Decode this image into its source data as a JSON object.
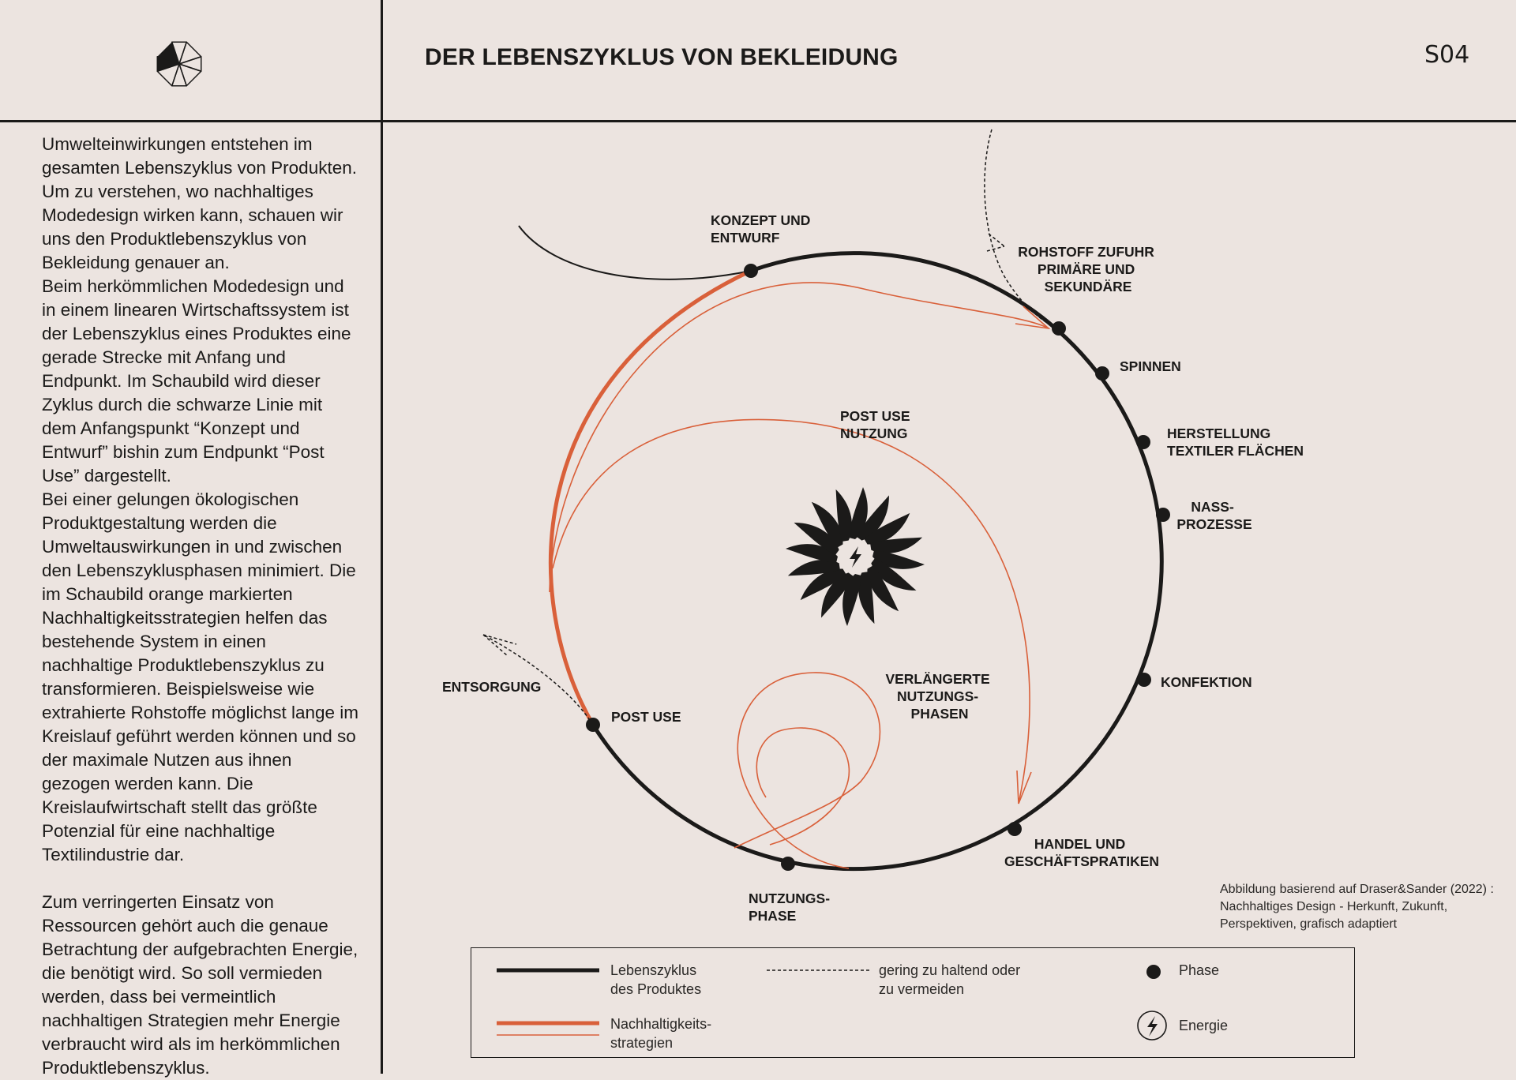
{
  "header": {
    "title": "DER LEBENSZYKLUS VON BEKLEIDUNG",
    "page_number": "S04"
  },
  "sidebar": {
    "paragraphs": [
      "Umwelteinwirkungen entstehen im gesamten Lebenszyklus von Produkten. Um zu verstehen, wo nachhaltiges Modedesign wirken kann, schauen wir uns den Produktlebenszyklus von Bekleidung genauer an.",
      "Beim herkömmlichen Modedesign und in einem linearen Wirtschaftssystem ist der Lebenszyklus eines Produktes eine gerade Strecke mit Anfang und Endpunkt. Im Schaubild wird dieser Zyklus durch die schwarze Linie mit dem Anfangspunkt “Konzept und Entwurf” bishin zum Endpunkt “Post Use” dargestellt.",
      "Bei einer gelungen ökologischen Produktgestaltung werden die Umweltauswirkungen in und zwischen den Lebenszyklusphasen minimiert. Die im Schaubild orange markierten Nachhaltigkeitsstrategien helfen das bestehende System in einen nachhaltige Produktlebenszyklus zu transformieren. Beispielsweise wie extrahierte Rohstoffe möglichst lange im Kreislauf geführt werden können und so der maximale Nutzen aus ihnen gezogen werden kann. Die Kreislaufwirtschaft stellt das größte Potenzial für eine nachhaltige Textilindustrie dar.",
      "Zum verringerten Einsatz von Ressourcen gehört auch die genaue Betrachtung der aufgebrachten Energie, die benötigt wird. So soll vermieden werden, dass bei vermeintlich nachhaltigen Strategien mehr Energie verbraucht wird als im herkömmlichen Produktlebenszyklus."
    ]
  },
  "diagram": {
    "phases": {
      "konzept": [
        "KONZEPT  UND",
        "ENTWURF"
      ],
      "rohstoff": [
        "ROHSTOFF ZUFUHR",
        "PRIMÄRE UND",
        "SEKUNDÄRE"
      ],
      "spinnen": [
        "SPINNEN"
      ],
      "herstellung": [
        "HERSTELLUNG",
        "TEXTILER FLÄCHEN"
      ],
      "nass": [
        "NASS-",
        "PROZESSE"
      ],
      "konfektion": [
        "KONFEKTION"
      ],
      "handel": [
        "HANDEL UND",
        "GESCHÄFTSPRATIKEN"
      ],
      "nutzung": [
        "NUTZUNGS-",
        "PHASE"
      ],
      "postuse": [
        "POST USE"
      ],
      "entsorgung": [
        "ENTSORGUNG"
      ],
      "postuse_nutzung": [
        "POST USE",
        "NUTZUNG"
      ],
      "verlaengert": [
        "VERLÄNGERTE",
        "NUTZUNGS-",
        "PHASEN"
      ]
    },
    "colors": {
      "black": "#1b1a19",
      "orange": "#d9603a",
      "background": "#ece4e0"
    },
    "center_icon": "energy-turbine-icon"
  },
  "source_note": "Abbildung basierend auf Draser&Sander (2022) : Nachhaltiges Design - Herkunft, Zukunft, Perspektiven, grafisch adaptiert",
  "legend": {
    "lifecycle": [
      "Lebenszyklus",
      "des Produktes"
    ],
    "strategies": [
      "Nachhaltigkeits-",
      "strategien"
    ],
    "avoid": [
      "gering zu haltend oder",
      "zu vermeiden"
    ],
    "phase": "Phase",
    "energy": "Energie"
  }
}
